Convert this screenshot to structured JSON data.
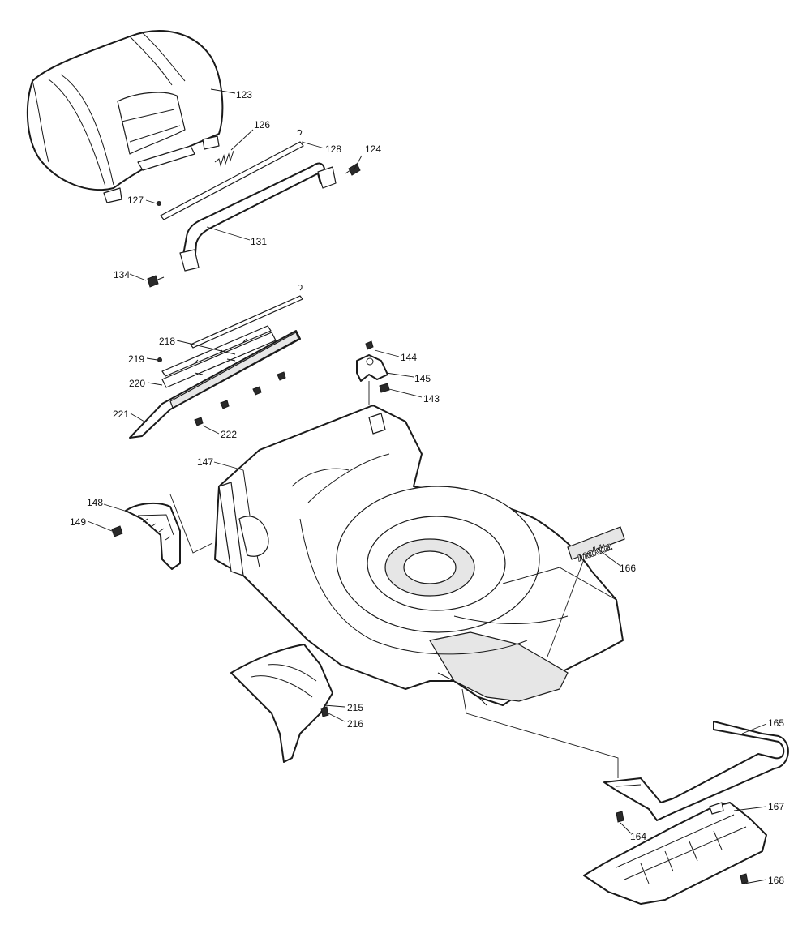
{
  "callouts": {
    "c123": "123",
    "c126": "126",
    "c128": "128",
    "c124": "124",
    "c127": "127",
    "c131": "131",
    "c134": "134",
    "c218": "218",
    "c219": "219",
    "c220": "220",
    "c221": "221",
    "c222": "222",
    "c144": "144",
    "c145": "145",
    "c143": "143",
    "c147": "147",
    "c148": "148",
    "c149": "149",
    "c166": "166",
    "c215": "215",
    "c216": "216",
    "c165": "165",
    "c167": "167",
    "c164": "164",
    "c168": "168"
  },
  "brand": {
    "logo_text": "makita"
  },
  "colors": {
    "line": "#1a1a1a",
    "shade": "#e6e6e6",
    "background": "#ffffff"
  }
}
